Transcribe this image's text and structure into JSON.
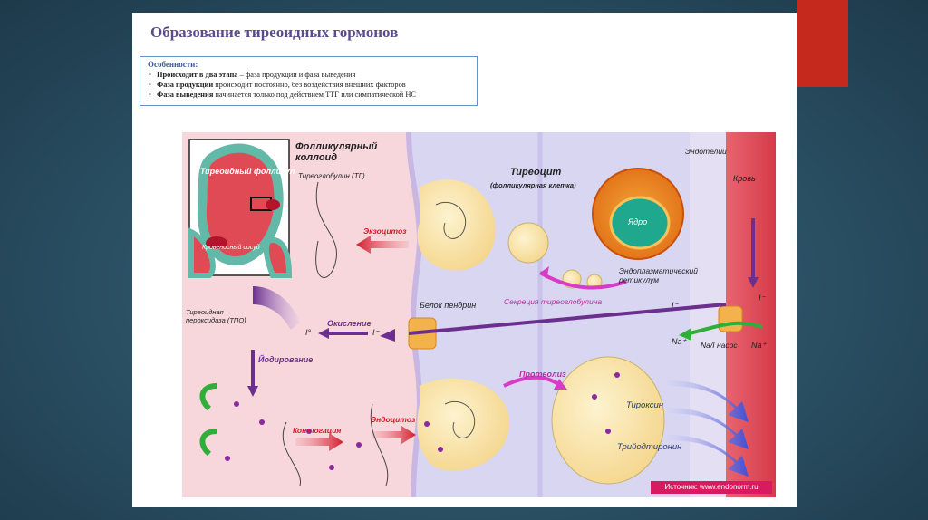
{
  "slide": {
    "title": "Образование тиреоидных гормонов",
    "features": {
      "heading": "Особенности:",
      "items": [
        {
          "bold": "Происходит в два этапа",
          "rest": " – фаза продукции и фаза выведения"
        },
        {
          "bold": "Фаза продукции",
          "rest": " происходит постоянно, без воздействия внешних факторов"
        },
        {
          "bold": "Фаза выведения",
          "rest": " начинается только под действием ТТГ или симпатической НС"
        }
      ]
    }
  },
  "diagram": {
    "labels": {
      "follicle": "Тиреоидный фолликул",
      "vessel": "Кровеносный сосуд",
      "colloid": "Фолликулярный коллоид",
      "thyroglobulin": "Тиреоглобулин (ТГ)",
      "exocytosis": "Экзоцитоз",
      "thyrocyte": "Тиреоцит",
      "thyrocyte_sub": "(фолликулярная клетка)",
      "nucleus": "Ядро",
      "endothelium": "Эндотелий",
      "blood": "Кровь",
      "er": "Эндоплазматический ретикулум",
      "pendrin": "Белок пендрин",
      "tg_secretion": "Секреция тиреоглобулина",
      "tpo": "Тиреоидная пероксидаза (ТПО)",
      "oxidation": "Окисление",
      "iodination": "Йодирование",
      "i0": "I°",
      "i_minus_1": "I⁻",
      "i_minus_2": "I⁻",
      "i_minus_3": "I⁻",
      "na_1": "Na⁺",
      "na_2": "Na⁺",
      "nai_pump": "Na/I насос",
      "proteolysis": "Протеолиз",
      "conjugation": "Конъюгация",
      "endocytosis": "Эндоцитоз",
      "thyroxine": "Тироксин",
      "triiodothyronine": "Трийодтиронин",
      "source": "Источник: www.endonorm.ru"
    },
    "colors": {
      "colloid_pink": "#f7d7db",
      "cell_lavender": "#d9d6f2",
      "blood_red": "#e04a55",
      "vesicle_yellow": "#f9e3a8",
      "nucleus_orange": "#f28a1e",
      "nucleus_teal": "#1fa88e",
      "oxidation_purple": "#6b2f90",
      "exocytosis_red": "#d21b2a",
      "secretion_magenta": "#d63cc4",
      "release_blue": "#3f4fd6",
      "recycle_green": "#2fae3a"
    }
  }
}
